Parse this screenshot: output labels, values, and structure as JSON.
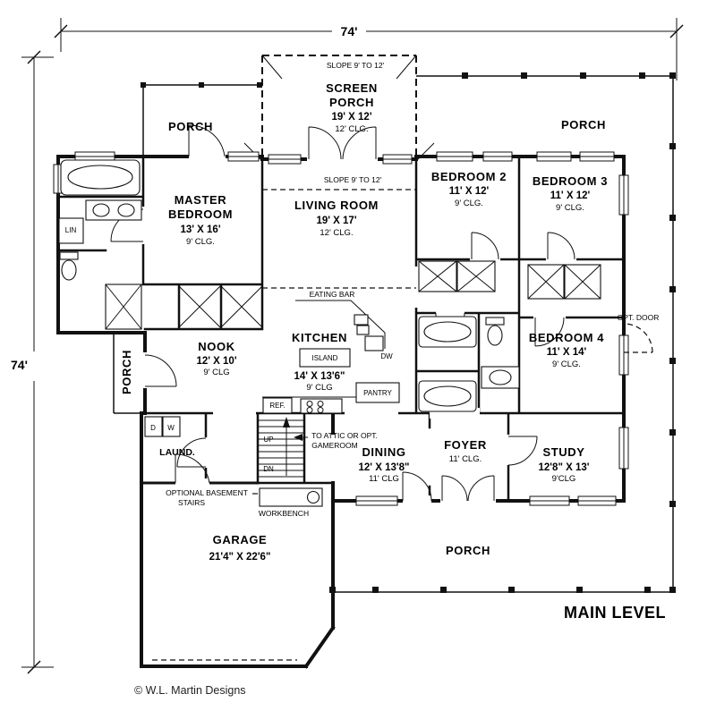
{
  "title": {
    "level": "MAIN LEVEL",
    "copyright": "© W.L. Martin Designs"
  },
  "dims": {
    "width": "74'",
    "height": "74'"
  },
  "rooms": {
    "screen_porch": {
      "l1": "SCREEN",
      "l2": "PORCH",
      "size": "19' X 12'",
      "clg": "12' CLG."
    },
    "porch_tl": {
      "name": "PORCH"
    },
    "porch_tr": {
      "name": "PORCH"
    },
    "porch_left": {
      "name": "PORCH"
    },
    "porch_bottom": {
      "name": "PORCH"
    },
    "master": {
      "l1": "MASTER",
      "l2": "BEDROOM",
      "size": "13' X 16'",
      "clg": "9' CLG."
    },
    "living": {
      "name": "LIVING ROOM",
      "size": "19' X 17'",
      "clg": "12' CLG."
    },
    "bed2": {
      "name": "BEDROOM 2",
      "size": "11' X 12'",
      "clg": "9' CLG."
    },
    "bed3": {
      "name": "BEDROOM 3",
      "size": "11' X 12'",
      "clg": "9' CLG."
    },
    "bed4": {
      "name": "BEDROOM 4",
      "size": "11' X 14'",
      "clg": "9' CLG."
    },
    "nook": {
      "name": "NOOK",
      "size": "12' X 10'",
      "clg": "9' CLG"
    },
    "kitchen": {
      "name": "KITCHEN",
      "size": "14' X 13'6\"",
      "clg": "9' CLG"
    },
    "dining": {
      "name": "DINING",
      "size": "12' X 13'8\"",
      "clg": "11' CLG"
    },
    "foyer": {
      "name": "FOYER",
      "clg": "11' CLG."
    },
    "study": {
      "name": "STUDY",
      "size": "12'8\" X 13'",
      "clg": "9'CLG"
    },
    "garage": {
      "name": "GARAGE",
      "size": "21'4\" X 22'6\""
    },
    "laundry": {
      "name": "LAUND."
    }
  },
  "notes": {
    "slope_screen": "SLOPE 9' TO 12'",
    "slope_living": "SLOPE 9' TO 12'",
    "eating_bar": "EATING BAR",
    "island": "ISLAND",
    "pantry": "PANTRY",
    "ref": "REF.",
    "dw": "DW",
    "lin": "LIN",
    "opt_door": "OPT. DOOR",
    "up": "UP",
    "dn": "DN",
    "attic1": "TO ATTIC OR OPT.",
    "attic2": "GAMEROOM",
    "basement1": "OPTIONAL BASEMENT",
    "basement2": "STAIRS",
    "workbench": "WORKBENCH",
    "d": "D",
    "w": "W"
  }
}
